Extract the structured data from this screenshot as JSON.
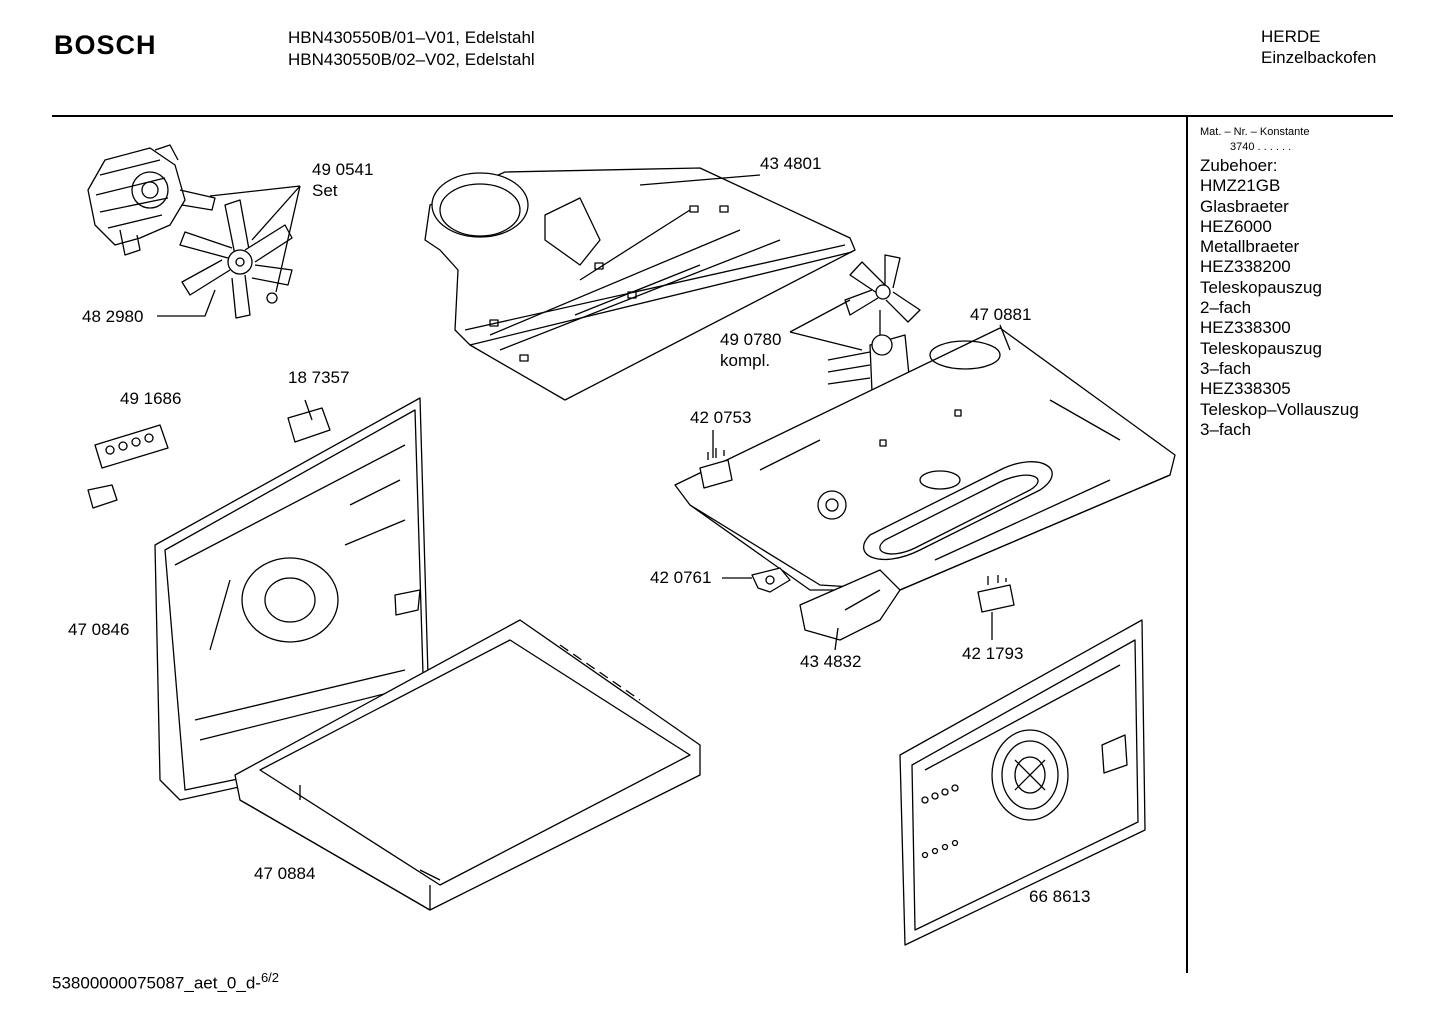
{
  "header": {
    "brand": "BOSCH",
    "models": [
      "HBN430550B/01–V01, Edelstahl",
      "HBN430550B/02–V02, Edelstahl"
    ],
    "category": [
      "HERDE",
      "Einzelbackofen"
    ]
  },
  "sidebar": {
    "mat_label": "Mat. – Nr. – Konstante",
    "mat_value": "3740 . . . . . .",
    "accessories": [
      "Zubehoer:",
      "HMZ21GB",
      "Glasbraeter",
      "HEZ6000",
      "Metallbraeter",
      "HEZ338200",
      "Teleskopauszug",
      "2–fach",
      "HEZ338300",
      "Teleskopauszug",
      "3–fach",
      "HEZ338305",
      "Teleskop–Vollauszug",
      "3–fach"
    ]
  },
  "parts": [
    {
      "id": "490541",
      "number": "49 0541",
      "note": "Set"
    },
    {
      "id": "482980",
      "number": "48 2980"
    },
    {
      "id": "434801",
      "number": "43 4801"
    },
    {
      "id": "490780",
      "number": "49 0780",
      "note": "kompl."
    },
    {
      "id": "470881",
      "number": "47 0881"
    },
    {
      "id": "187357",
      "number": "18 7357"
    },
    {
      "id": "491686",
      "number": "49 1686"
    },
    {
      "id": "420753",
      "number": "42 0753"
    },
    {
      "id": "420761",
      "number": "42 0761"
    },
    {
      "id": "434832",
      "number": "43 4832"
    },
    {
      "id": "421793",
      "number": "42 1793"
    },
    {
      "id": "470846",
      "number": "47 0846"
    },
    {
      "id": "470884",
      "number": "47 0884"
    },
    {
      "id": "668613",
      "number": "66 8613"
    }
  ],
  "footer": {
    "code": "53800000075087_aet_0_d-",
    "page": "6/2"
  }
}
